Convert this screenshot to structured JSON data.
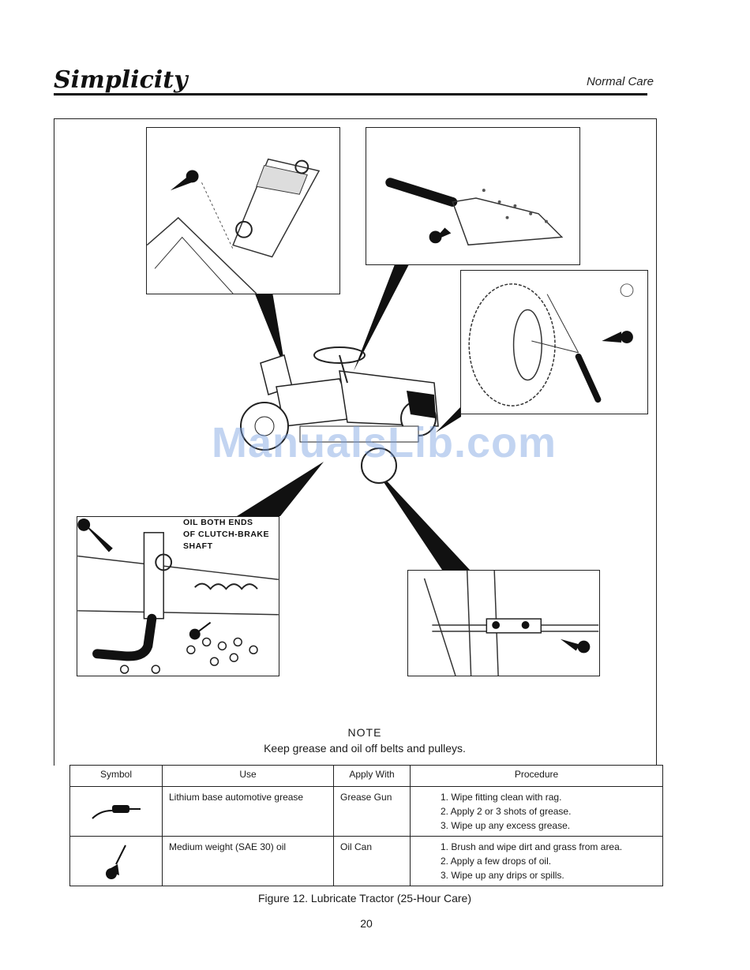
{
  "header": {
    "brand": "Simplicity",
    "section": "Normal Care"
  },
  "figure": {
    "clutch_label": [
      "OIL BOTH ENDS",
      "OF CLUTCH-BRAKE",
      "SHAFT"
    ],
    "watermark": "ManualsLib.com"
  },
  "note": {
    "title": "NOTE",
    "body": "Keep grease and oil off belts and pulleys."
  },
  "table": {
    "headers": [
      "Symbol",
      "Use",
      "Apply With",
      "Procedure"
    ],
    "rows": [
      {
        "symbol_icon": "grease-gun-icon",
        "use": "Lithium base automotive grease",
        "apply_with": "Grease Gun",
        "procedure": [
          "1.  Wipe fitting clean with rag.",
          "2.  Apply 2 or 3 shots of grease.",
          "3.  Wipe up any excess grease."
        ]
      },
      {
        "symbol_icon": "oil-can-icon",
        "use": "Medium weight (SAE 30) oil",
        "apply_with": "Oil Can",
        "procedure": [
          "1.  Brush and wipe dirt and grass from area.",
          "2.  Apply a few drops of oil.",
          "3.  Wipe up  any drips  or spills."
        ]
      }
    ]
  },
  "caption": "Figure 12.  Lubricate Tractor (25-Hour Care)",
  "page_number": "20"
}
